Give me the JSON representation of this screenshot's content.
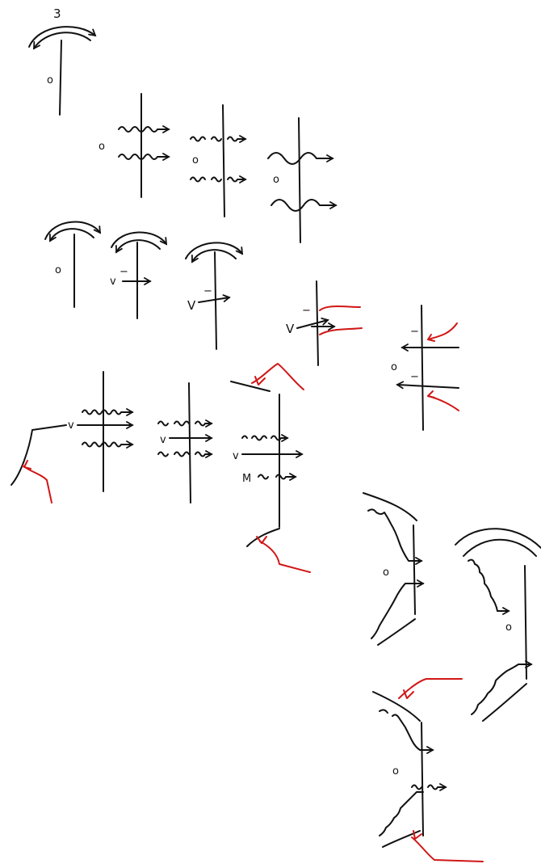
{
  "figure": {
    "number": "3",
    "labels": {
      "zero": "o",
      "vee": "v",
      "vee_cap": "V",
      "minus": "−",
      "em": "M"
    },
    "colors": {
      "ink": "#111111",
      "accent": "#d11616",
      "background": "#ffffff"
    }
  }
}
